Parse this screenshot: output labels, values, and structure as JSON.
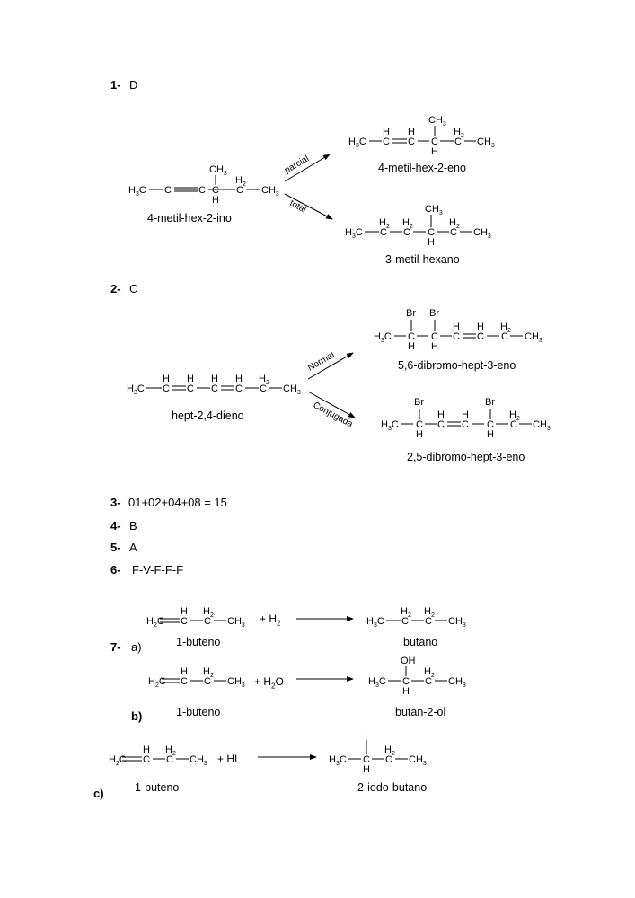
{
  "q1": {
    "number": "1-",
    "answer": "D",
    "reactant_name": "4-metil-hex-2-ino",
    "arrow_top_label": "parcial",
    "arrow_bottom_label": "total",
    "product_top_name": "4-metil-hex-2-eno",
    "product_bottom_name": "3-metil-hexano"
  },
  "q2": {
    "number": "2-",
    "answer": "C",
    "reactant_name": "hept-2,4-dieno",
    "arrow_top_label": "Normal",
    "arrow_bottom_label": "Conjugada",
    "product_top_name": "5,6-dibromo-hept-3-eno",
    "product_bottom_name": "2,5-dibromo-hept-3-eno"
  },
  "q3": {
    "number": "3-",
    "answer": "01+02+04+08 = 15"
  },
  "q4": {
    "number": "4-",
    "answer": "B"
  },
  "q5": {
    "number": "5-",
    "answer": "A"
  },
  "q6": {
    "number": "6-",
    "answer": "F-V-F-F-F"
  },
  "q7": {
    "number": "7-",
    "a": {
      "letter": "a)",
      "reactant": "1-buteno",
      "reagent": "+ H",
      "reagent_sub": "2",
      "product": "butano"
    },
    "b": {
      "letter": "b)",
      "reactant": "1-buteno",
      "reagent": "+ H",
      "reagent_sub": "2",
      "reagent_tail": "O",
      "product": "butan-2-ol"
    },
    "c": {
      "letter": "c)",
      "reactant": "1-buteno",
      "reagent": "+ HI",
      "product": "2-iodo-butano"
    }
  }
}
